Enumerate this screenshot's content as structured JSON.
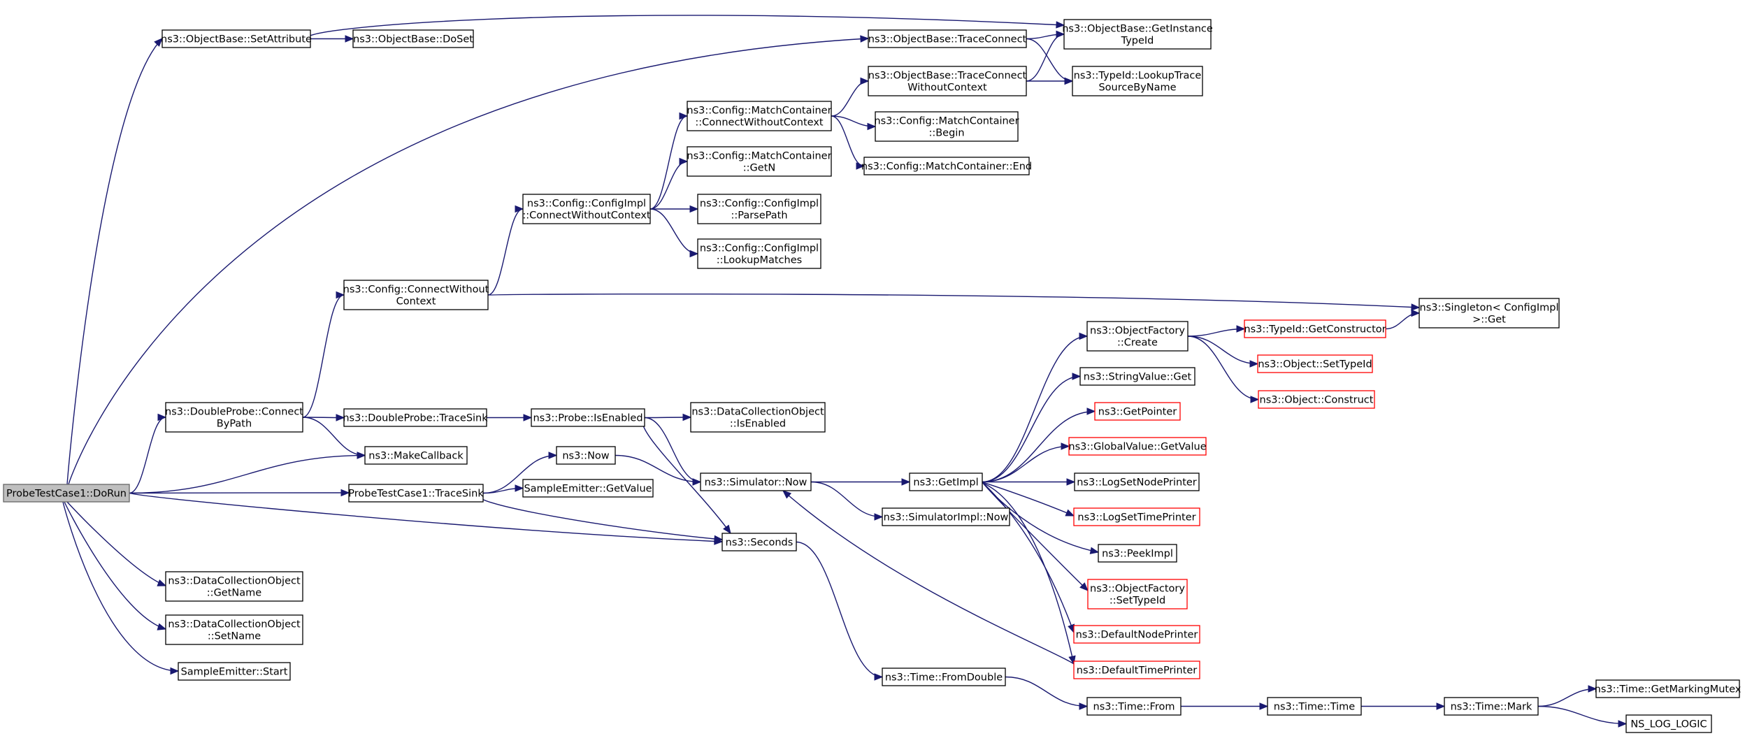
{
  "nodes": [
    {
      "id": "root",
      "lines": [
        "ProbeTestCase1::DoRun"
      ],
      "style": "root"
    },
    {
      "id": "setattr",
      "lines": [
        "ns3::ObjectBase::SetAttribute"
      ]
    },
    {
      "id": "doset",
      "lines": [
        "ns3::ObjectBase::DoSet"
      ]
    },
    {
      "id": "getinst",
      "lines": [
        "ns3::ObjectBase::GetInstance",
        "TypeId"
      ]
    },
    {
      "id": "traceconnect",
      "lines": [
        "ns3::ObjectBase::TraceConnect"
      ]
    },
    {
      "id": "lookuptrace",
      "lines": [
        "ns3::TypeId::LookupTrace",
        "SourceByName"
      ]
    },
    {
      "id": "tcwoc",
      "lines": [
        "ns3::ObjectBase::TraceConnect",
        "WithoutContext"
      ]
    },
    {
      "id": "mccwc",
      "lines": [
        "ns3::Config::MatchContainer",
        "::ConnectWithoutContext"
      ]
    },
    {
      "id": "mcbegin",
      "lines": [
        "ns3::Config::MatchContainer",
        "::Begin"
      ]
    },
    {
      "id": "mcend",
      "lines": [
        "ns3::Config::MatchContainer::End"
      ]
    },
    {
      "id": "mcgetn",
      "lines": [
        "ns3::Config::MatchContainer",
        "::GetN"
      ]
    },
    {
      "id": "cicwc",
      "lines": [
        "ns3::Config::ConfigImpl",
        "::ConnectWithoutContext"
      ]
    },
    {
      "id": "parsepath",
      "lines": [
        "ns3::Config::ConfigImpl",
        "::ParsePath"
      ]
    },
    {
      "id": "lookupmatches",
      "lines": [
        "ns3::Config::ConfigImpl",
        "::LookupMatches"
      ]
    },
    {
      "id": "cwc",
      "lines": [
        "ns3::Config::ConnectWithout",
        "Context"
      ]
    },
    {
      "id": "singleton",
      "lines": [
        "ns3::Singleton< ConfigImpl",
        " >::Get"
      ]
    },
    {
      "id": "ofcreate",
      "lines": [
        "ns3::ObjectFactory",
        "::Create"
      ]
    },
    {
      "id": "getctor",
      "lines": [
        "ns3::TypeId::GetConstructor"
      ],
      "style": "red"
    },
    {
      "id": "settypeid",
      "lines": [
        "ns3::Object::SetTypeId"
      ],
      "style": "red"
    },
    {
      "id": "construct",
      "lines": [
        "ns3::Object::Construct"
      ],
      "style": "red"
    },
    {
      "id": "strget",
      "lines": [
        "ns3::StringValue::Get"
      ]
    },
    {
      "id": "getptr",
      "lines": [
        "ns3::GetPointer"
      ],
      "style": "red"
    },
    {
      "id": "gvget",
      "lines": [
        "ns3::GlobalValue::GetValue"
      ],
      "style": "red"
    },
    {
      "id": "dpcbp",
      "lines": [
        "ns3::DoubleProbe::Connect",
        "ByPath"
      ]
    },
    {
      "id": "dpts",
      "lines": [
        "ns3::DoubleProbe::TraceSink"
      ]
    },
    {
      "id": "probeenabled",
      "lines": [
        "ns3::Probe::IsEnabled"
      ]
    },
    {
      "id": "dcoenabled",
      "lines": [
        "ns3::DataCollectionObject",
        "::IsEnabled"
      ]
    },
    {
      "id": "makecb",
      "lines": [
        "ns3::MakeCallback"
      ]
    },
    {
      "id": "now",
      "lines": [
        "ns3::Now"
      ]
    },
    {
      "id": "simnow",
      "lines": [
        "ns3::Simulator::Now"
      ]
    },
    {
      "id": "getimpl",
      "lines": [
        "ns3::GetImpl"
      ]
    },
    {
      "id": "lognode",
      "lines": [
        "ns3::LogSetNodePrinter"
      ]
    },
    {
      "id": "ptts",
      "lines": [
        "ProbeTestCase1::TraceSink"
      ]
    },
    {
      "id": "segv",
      "lines": [
        "SampleEmitter::GetValue"
      ]
    },
    {
      "id": "simimplnow",
      "lines": [
        "ns3::SimulatorImpl::Now"
      ]
    },
    {
      "id": "logtime",
      "lines": [
        "ns3::LogSetTimePrinter"
      ],
      "style": "red"
    },
    {
      "id": "seconds",
      "lines": [
        "ns3::Seconds"
      ]
    },
    {
      "id": "peekimpl",
      "lines": [
        "ns3::PeekImpl"
      ]
    },
    {
      "id": "dcogetname",
      "lines": [
        "ns3::DataCollectionObject",
        "::GetName"
      ]
    },
    {
      "id": "ofsettype",
      "lines": [
        "ns3::ObjectFactory",
        "::SetTypeId"
      ],
      "style": "red"
    },
    {
      "id": "dcosetname",
      "lines": [
        "ns3::DataCollectionObject",
        "::SetName"
      ]
    },
    {
      "id": "defnode",
      "lines": [
        "ns3::DefaultNodePrinter"
      ],
      "style": "red"
    },
    {
      "id": "sestart",
      "lines": [
        "SampleEmitter::Start"
      ]
    },
    {
      "id": "fromdouble",
      "lines": [
        "ns3::Time::FromDouble"
      ]
    },
    {
      "id": "deftime",
      "lines": [
        "ns3::DefaultTimePrinter"
      ],
      "style": "red"
    },
    {
      "id": "markmutex",
      "lines": [
        "ns3::Time::GetMarkingMutex"
      ]
    },
    {
      "id": "timefrom",
      "lines": [
        "ns3::Time::From"
      ]
    },
    {
      "id": "timetime",
      "lines": [
        "ns3::Time::Time"
      ]
    },
    {
      "id": "timemark",
      "lines": [
        "ns3::Time::Mark"
      ]
    },
    {
      "id": "nslog",
      "lines": [
        "NS_LOG_LOGIC"
      ]
    }
  ],
  "edges": [
    [
      "root",
      "setattr"
    ],
    [
      "root",
      "traceconnect"
    ],
    [
      "root",
      "dpcbp"
    ],
    [
      "root",
      "makecb"
    ],
    [
      "root",
      "ptts"
    ],
    [
      "root",
      "seconds"
    ],
    [
      "root",
      "dcogetname"
    ],
    [
      "root",
      "dcosetname"
    ],
    [
      "root",
      "sestart"
    ],
    [
      "setattr",
      "doset"
    ],
    [
      "setattr",
      "getinst"
    ],
    [
      "traceconnect",
      "getinst"
    ],
    [
      "traceconnect",
      "lookuptrace"
    ],
    [
      "tcwoc",
      "getinst"
    ],
    [
      "tcwoc",
      "lookuptrace"
    ],
    [
      "mccwc",
      "tcwoc"
    ],
    [
      "mccwc",
      "mcbegin"
    ],
    [
      "mccwc",
      "mcend"
    ],
    [
      "cicwc",
      "mccwc"
    ],
    [
      "cicwc",
      "mcgetn"
    ],
    [
      "cicwc",
      "parsepath"
    ],
    [
      "cicwc",
      "lookupmatches"
    ],
    [
      "cwc",
      "cicwc"
    ],
    [
      "cwc",
      "singleton"
    ],
    [
      "dpcbp",
      "cwc"
    ],
    [
      "dpcbp",
      "dpts"
    ],
    [
      "dpcbp",
      "makecb"
    ],
    [
      "dpts",
      "probeenabled"
    ],
    [
      "probeenabled",
      "dcoenabled"
    ],
    [
      "probeenabled",
      "simnow"
    ],
    [
      "probeenabled",
      "seconds"
    ],
    [
      "ptts",
      "now"
    ],
    [
      "ptts",
      "segv"
    ],
    [
      "ptts",
      "seconds"
    ],
    [
      "now",
      "simnow"
    ],
    [
      "simnow",
      "getimpl"
    ],
    [
      "simnow",
      "simimplnow"
    ],
    [
      "getimpl",
      "ofcreate"
    ],
    [
      "getimpl",
      "strget"
    ],
    [
      "getimpl",
      "getptr"
    ],
    [
      "getimpl",
      "gvget"
    ],
    [
      "getimpl",
      "lognode"
    ],
    [
      "getimpl",
      "logtime"
    ],
    [
      "getimpl",
      "peekimpl"
    ],
    [
      "getimpl",
      "ofsettype"
    ],
    [
      "getimpl",
      "defnode"
    ],
    [
      "getimpl",
      "deftime"
    ],
    [
      "ofcreate",
      "getctor"
    ],
    [
      "ofcreate",
      "settypeid"
    ],
    [
      "ofcreate",
      "construct"
    ],
    [
      "getctor",
      "singleton"
    ],
    [
      "deftime",
      "simnow"
    ],
    [
      "seconds",
      "fromdouble"
    ],
    [
      "fromdouble",
      "timefrom"
    ],
    [
      "timefrom",
      "timetime"
    ],
    [
      "timetime",
      "timemark"
    ],
    [
      "timemark",
      "markmutex"
    ],
    [
      "timemark",
      "nslog"
    ]
  ],
  "colors": {
    "edge": "#191970",
    "node_border": "#000000",
    "root_fill": "#bfbfbf",
    "root_border": "#666666",
    "truncated_border": "#ff0000"
  }
}
